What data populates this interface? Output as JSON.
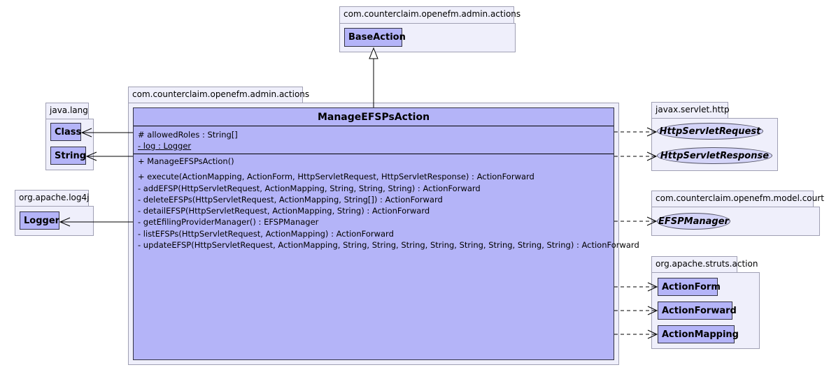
{
  "packages": {
    "base_pkg": "com.counterclaim.openefm.admin.actions",
    "main_pkg": "com.counterclaim.openefm.admin.actions",
    "java_lang": "java.lang",
    "log4j": "org.apache.log4j",
    "servlet_http": "javax.servlet.http",
    "model_court": "com.counterclaim.openefm.model.court",
    "struts_action": "org.apache.struts.action"
  },
  "classes": {
    "base_action": "BaseAction",
    "class": "Class",
    "string": "String",
    "logger": "Logger",
    "action_form": "ActionForm",
    "action_forward": "ActionForward",
    "action_mapping": "ActionMapping"
  },
  "interfaces": {
    "http_servlet_request": "HttpServletRequest",
    "http_servlet_response": "HttpServletResponse",
    "efsp_manager": "EFSPManager"
  },
  "main_class": {
    "name": "ManageEFSPsAction",
    "attributes": [
      "# allowedRoles : String[]",
      "- log : Logger"
    ],
    "constructors": [
      "+ ManageEFSPsAction()"
    ],
    "methods": [
      "+ execute(ActionMapping, ActionForm, HttpServletRequest, HttpServletResponse) : ActionForward",
      "- addEFSP(HttpServletRequest, ActionMapping, String, String, String) : ActionForward",
      "- deleteEFSPs(HttpServletRequest, ActionMapping, String[]) : ActionForward",
      "- detailEFSP(HttpServletRequest, ActionMapping, String) : ActionForward",
      "- getEfilingProviderManager() : EFSPManager",
      "- listEFSPs(HttpServletRequest, ActionMapping) : ActionForward",
      "- updateEFSP(HttpServletRequest, ActionMapping, String, String, String, String, String, String, String, String) : ActionForward"
    ]
  },
  "colors": {
    "class_fill": "#b4b4f8",
    "package_fill": "#efeffb",
    "interface_fill": "#d4d4f8"
  }
}
